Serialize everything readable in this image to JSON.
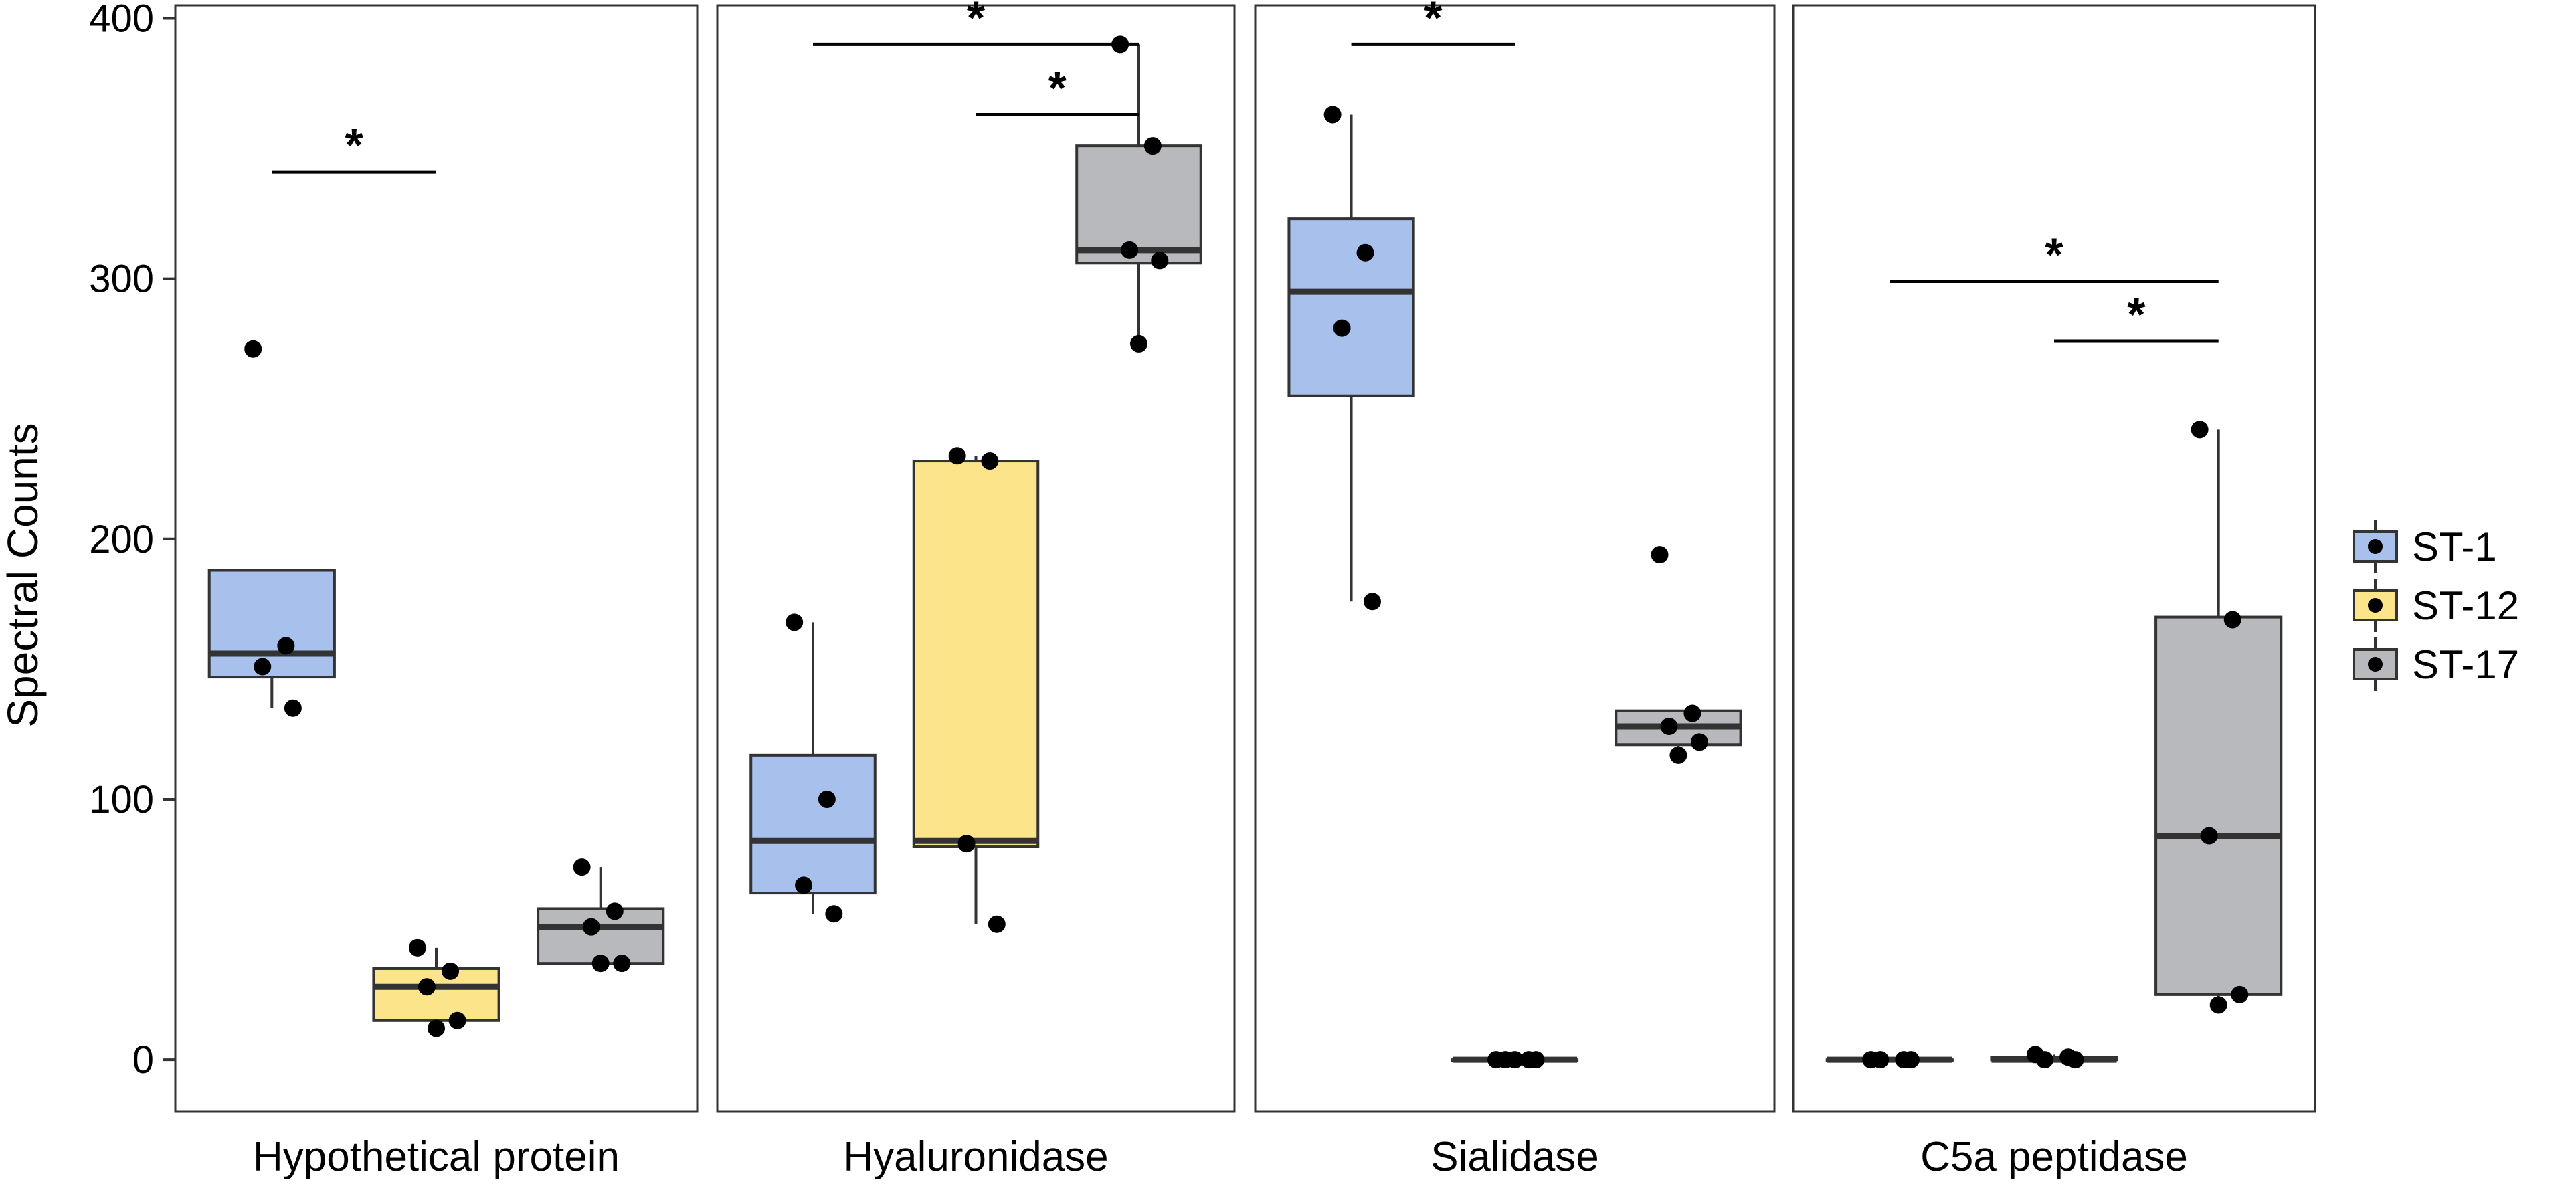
{
  "chart_data": {
    "type": "box",
    "ylabel": "Spectral Counts",
    "xlabel": "",
    "ylim": [
      -20,
      405
    ],
    "yticks": [
      0,
      100,
      200,
      300,
      400
    ],
    "grid": false,
    "legend_position": "right",
    "groups": [
      {
        "name": "ST-1",
        "color": "#a8c0ec"
      },
      {
        "name": "ST-12",
        "color": "#fbe48a"
      },
      {
        "name": "ST-17",
        "color": "#b7b9bc"
      }
    ],
    "panels": [
      {
        "label": "Hypothetical protein",
        "boxes": [
          {
            "group": "ST-1",
            "q1": 147,
            "median": 156,
            "q3": 188,
            "whisker_low": 135,
            "whisker_high": 188,
            "points": [
              273,
              159,
              151,
              135
            ]
          },
          {
            "group": "ST-12",
            "q1": 15,
            "median": 28,
            "q3": 35,
            "whisker_low": 12,
            "whisker_high": 43,
            "points": [
              43,
              34,
              28,
              15,
              12
            ]
          },
          {
            "group": "ST-17",
            "q1": 37,
            "median": 51,
            "q3": 58,
            "whisker_low": 37,
            "whisker_high": 74,
            "points": [
              74,
              57,
              51,
              37,
              37
            ]
          }
        ],
        "significance": [
          {
            "from": "ST-1",
            "to": "ST-12",
            "y": 341,
            "label": "*"
          }
        ]
      },
      {
        "label": "Hyaluronidase",
        "boxes": [
          {
            "group": "ST-1",
            "q1": 64,
            "median": 84,
            "q3": 117,
            "whisker_low": 56,
            "whisker_high": 168,
            "points": [
              168,
              100,
              67,
              56
            ]
          },
          {
            "group": "ST-12",
            "q1": 82,
            "median": 84,
            "q3": 230,
            "whisker_low": 52,
            "whisker_high": 232,
            "points": [
              232,
              230,
              83,
              52
            ]
          },
          {
            "group": "ST-17",
            "q1": 306,
            "median": 311,
            "q3": 351,
            "whisker_low": 275,
            "whisker_high": 390,
            "points": [
              390,
              351,
              311,
              307,
              275
            ]
          }
        ],
        "significance": [
          {
            "from": "ST-1",
            "to": "ST-17",
            "y": 390,
            "label": "*"
          },
          {
            "from": "ST-12",
            "to": "ST-17",
            "y": 363,
            "label": "*"
          }
        ]
      },
      {
        "label": "Sialidase",
        "boxes": [
          {
            "group": "ST-1",
            "q1": 255,
            "median": 295,
            "q3": 323,
            "whisker_low": 176,
            "whisker_high": 363,
            "points": [
              363,
              310,
              281,
              176
            ]
          },
          {
            "group": "ST-12",
            "q1": 0,
            "median": 0,
            "q3": 0,
            "whisker_low": 0,
            "whisker_high": 0,
            "points": [
              0,
              0,
              0,
              0,
              0
            ]
          },
          {
            "group": "ST-17",
            "q1": 121,
            "median": 128,
            "q3": 134,
            "whisker_low": 117,
            "whisker_high": 134,
            "points": [
              194,
              133,
              128,
              122,
              117
            ]
          }
        ],
        "significance": [
          {
            "from": "ST-1",
            "to": "ST-12",
            "y": 390,
            "label": "*"
          }
        ]
      },
      {
        "label": "C5a peptidase",
        "boxes": [
          {
            "group": "ST-1",
            "q1": 0,
            "median": 0,
            "q3": 0,
            "whisker_low": 0,
            "whisker_high": 0,
            "points": [
              0,
              0,
              0,
              0
            ]
          },
          {
            "group": "ST-12",
            "q1": 0,
            "median": 0,
            "q3": 1,
            "whisker_low": 0,
            "whisker_high": 2,
            "points": [
              2,
              1,
              0,
              0
            ]
          },
          {
            "group": "ST-17",
            "q1": 25,
            "median": 86,
            "q3": 170,
            "whisker_low": 22,
            "whisker_high": 242,
            "points": [
              242,
              169,
              86,
              25,
              21
            ]
          }
        ],
        "significance": [
          {
            "from": "ST-1",
            "to": "ST-17",
            "y": 299,
            "label": "*"
          },
          {
            "from": "ST-12",
            "to": "ST-17",
            "y": 276,
            "label": "*"
          }
        ]
      }
    ]
  }
}
